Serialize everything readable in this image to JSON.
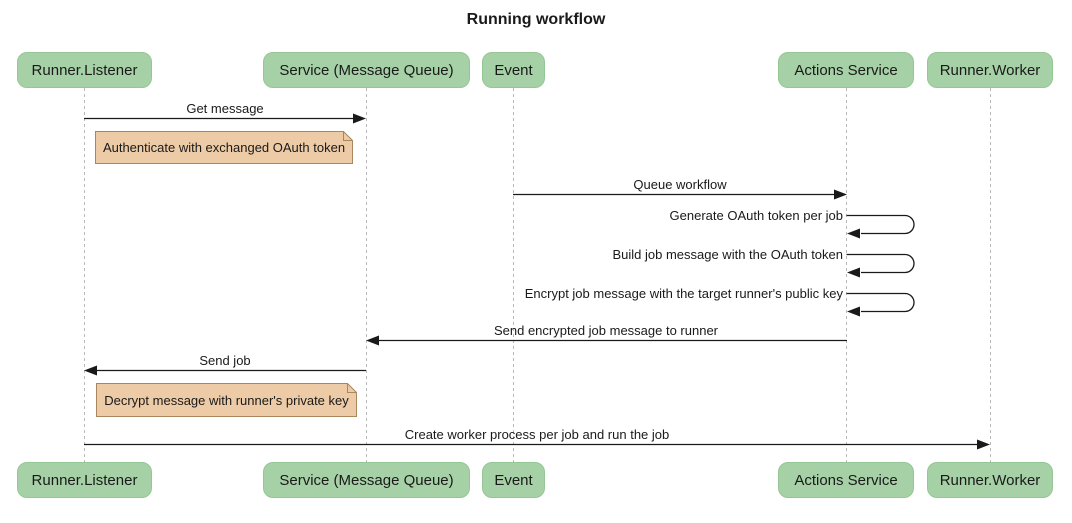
{
  "title": "Running workflow",
  "colors": {
    "actor_fill": "#a6d1a6",
    "actor_border": "#94c794",
    "note_fill": "#edcba6",
    "note_border": "#a8875f",
    "line": "#1a1a1a",
    "lifeline": "#b8b8b8",
    "text": "#1a1a1a",
    "background": "#ffffff"
  },
  "participants": [
    {
      "label": "Runner.Listener"
    },
    {
      "label": "Service (Message Queue)"
    },
    {
      "label": "Event"
    },
    {
      "label": "Actions Service"
    },
    {
      "label": "Runner.Worker"
    }
  ],
  "messages": [
    {
      "label": "Get message",
      "from": "Runner.Listener",
      "to": "Service (Message Queue)",
      "type": "solid-arrow"
    },
    {
      "label": "Queue workflow",
      "from": "Event",
      "to": "Actions Service",
      "type": "solid-arrow"
    },
    {
      "label": "Generate OAuth token per job",
      "from": "Actions Service",
      "to": "Actions Service",
      "type": "self-loop"
    },
    {
      "label": "Build job message with the OAuth token",
      "from": "Actions Service",
      "to": "Actions Service",
      "type": "self-loop"
    },
    {
      "label": "Encrypt job message with the target runner's public key",
      "from": "Actions Service",
      "to": "Actions Service",
      "type": "self-loop"
    },
    {
      "label": "Send encrypted job message to runner",
      "from": "Actions Service",
      "to": "Service (Message Queue)",
      "type": "solid-arrow"
    },
    {
      "label": "Send job",
      "from": "Service (Message Queue)",
      "to": "Runner.Listener",
      "type": "solid-arrow"
    },
    {
      "label": "Create worker process per job and run the job",
      "from": "Runner.Listener",
      "to": "Runner.Worker",
      "type": "solid-arrow"
    }
  ],
  "notes": [
    {
      "text": "Authenticate with exchanged OAuth token",
      "position": "right of Runner.Listener"
    },
    {
      "text": "Decrypt message with runner's private key",
      "position": "right of Runner.Listener"
    }
  ]
}
